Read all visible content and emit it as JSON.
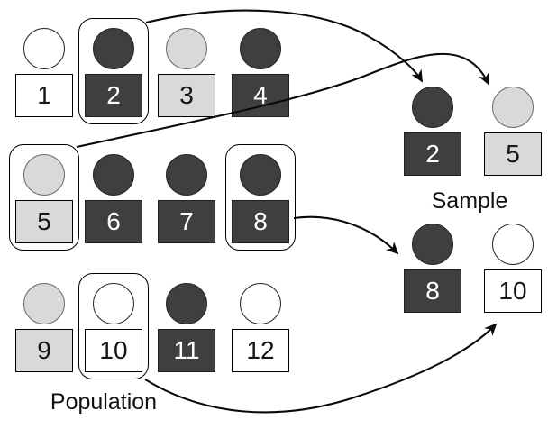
{
  "diagram": {
    "population_label": "Population",
    "sample_label": "Sample",
    "colors": {
      "dark": "#3f3f3f",
      "light": "#d9d9d9",
      "white": "#ffffff",
      "outline": "#000000",
      "arrow": "#0a0a0a"
    },
    "population": [
      {
        "number": "1",
        "shade": "white",
        "selected": false,
        "row": 0,
        "col": 0
      },
      {
        "number": "2",
        "shade": "dark",
        "selected": true,
        "row": 0,
        "col": 1
      },
      {
        "number": "3",
        "shade": "light",
        "selected": false,
        "row": 0,
        "col": 2
      },
      {
        "number": "4",
        "shade": "dark",
        "selected": false,
        "row": 0,
        "col": 3
      },
      {
        "number": "5",
        "shade": "light",
        "selected": true,
        "row": 1,
        "col": 0
      },
      {
        "number": "6",
        "shade": "dark",
        "selected": false,
        "row": 1,
        "col": 1
      },
      {
        "number": "7",
        "shade": "dark",
        "selected": false,
        "row": 1,
        "col": 2
      },
      {
        "number": "8",
        "shade": "dark",
        "selected": true,
        "row": 1,
        "col": 3
      },
      {
        "number": "9",
        "shade": "light",
        "selected": false,
        "row": 2,
        "col": 0
      },
      {
        "number": "10",
        "shade": "white",
        "selected": true,
        "row": 2,
        "col": 1
      },
      {
        "number": "11",
        "shade": "dark",
        "selected": false,
        "row": 2,
        "col": 2
      },
      {
        "number": "12",
        "shade": "white",
        "selected": false,
        "row": 2,
        "col": 3
      }
    ],
    "sample": [
      {
        "number": "2",
        "shade": "dark",
        "row": 0,
        "col": 0
      },
      {
        "number": "5",
        "shade": "light",
        "row": 0,
        "col": 1
      },
      {
        "number": "8",
        "shade": "dark",
        "row": 1,
        "col": 0
      },
      {
        "number": "10",
        "shade": "white",
        "row": 1,
        "col": 1
      }
    ],
    "arrows": [
      {
        "from": "population-person-2",
        "to": "sample-person-2"
      },
      {
        "from": "population-person-5",
        "to": "sample-person-5"
      },
      {
        "from": "population-person-8",
        "to": "sample-person-8"
      },
      {
        "from": "population-person-10",
        "to": "sample-person-10"
      }
    ]
  }
}
